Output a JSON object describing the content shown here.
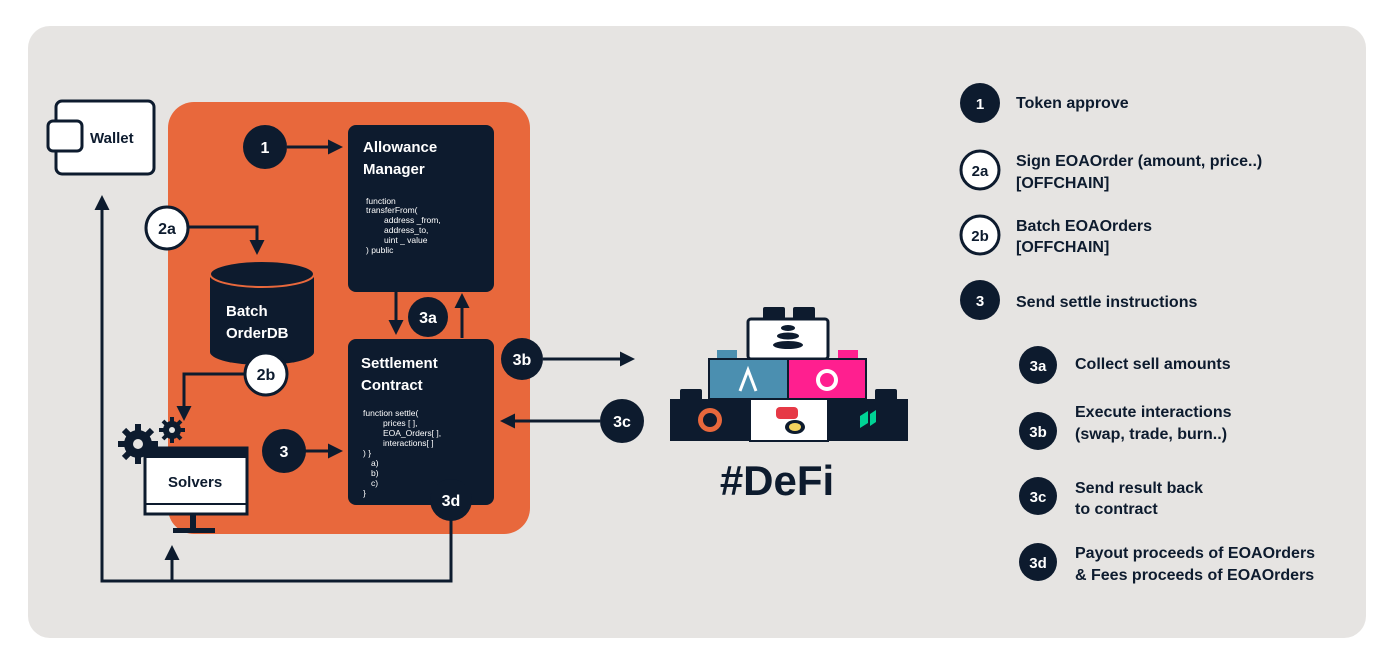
{
  "diagram": {
    "wallet_label": "Wallet",
    "batch_db_label_line1": "Batch",
    "batch_db_label_line2": "OrderDB",
    "solvers_label": "Solvers",
    "allowance_manager": {
      "title_line1": "Allowance",
      "title_line2": "Manager",
      "code": [
        "function",
        "transferFrom(",
        "address _from,",
        "address_to,",
        "uint _ value",
        ") public"
      ]
    },
    "settlement_contract": {
      "title_line1": "Settlement",
      "title_line2": "Contract",
      "code": [
        "function settle(",
        "prices [ ],",
        "EOA_Orders[ ],",
        "interactions[ ]",
        ") }",
        "a)",
        "b)",
        "c)",
        "}"
      ]
    },
    "defi_label": "#DeFi",
    "step_badges": {
      "s1": "1",
      "s2a": "2a",
      "s2b": "2b",
      "s3": "3",
      "s3a": "3a",
      "s3b": "3b",
      "s3c": "3c",
      "s3d": "3d"
    }
  },
  "legend": [
    {
      "badge": "1",
      "line1": "Token approve",
      "line2": ""
    },
    {
      "badge": "2a",
      "line1": "Sign EOAOrder (amount, price..)",
      "line2": "[OFFCHAIN]"
    },
    {
      "badge": "2b",
      "line1": "Batch EOAOrders",
      "line2": "[OFFCHAIN]"
    },
    {
      "badge": "3",
      "line1": "Send settle instructions",
      "line2": ""
    },
    {
      "badge": "3a",
      "line1": "Collect sell amounts",
      "line2": ""
    },
    {
      "badge": "3b",
      "line1": "Execute interactions",
      "line2": "(swap, trade, burn..)"
    },
    {
      "badge": "3c",
      "line1": "Send result back",
      "line2": "to contract"
    },
    {
      "badge": "3d",
      "line1": "Payout proceeds of EOAOrders",
      "line2": "& Fees proceeds of EOAOrders"
    }
  ],
  "colors": {
    "panel": "#e6e4e2",
    "orange": "#e8683c",
    "navy": "#0d1b2e",
    "aave": "#4b8fb0",
    "uniswap": "#ff1f8f",
    "sushi_block": "#ffffff"
  },
  "icons": [
    "wallet-icon",
    "database-icon",
    "gears-icon",
    "monitor-icon",
    "balancer-icon",
    "aave-icon",
    "uniswap-icon",
    "gnosis-icon",
    "sushi-icon",
    "compound-icon"
  ]
}
